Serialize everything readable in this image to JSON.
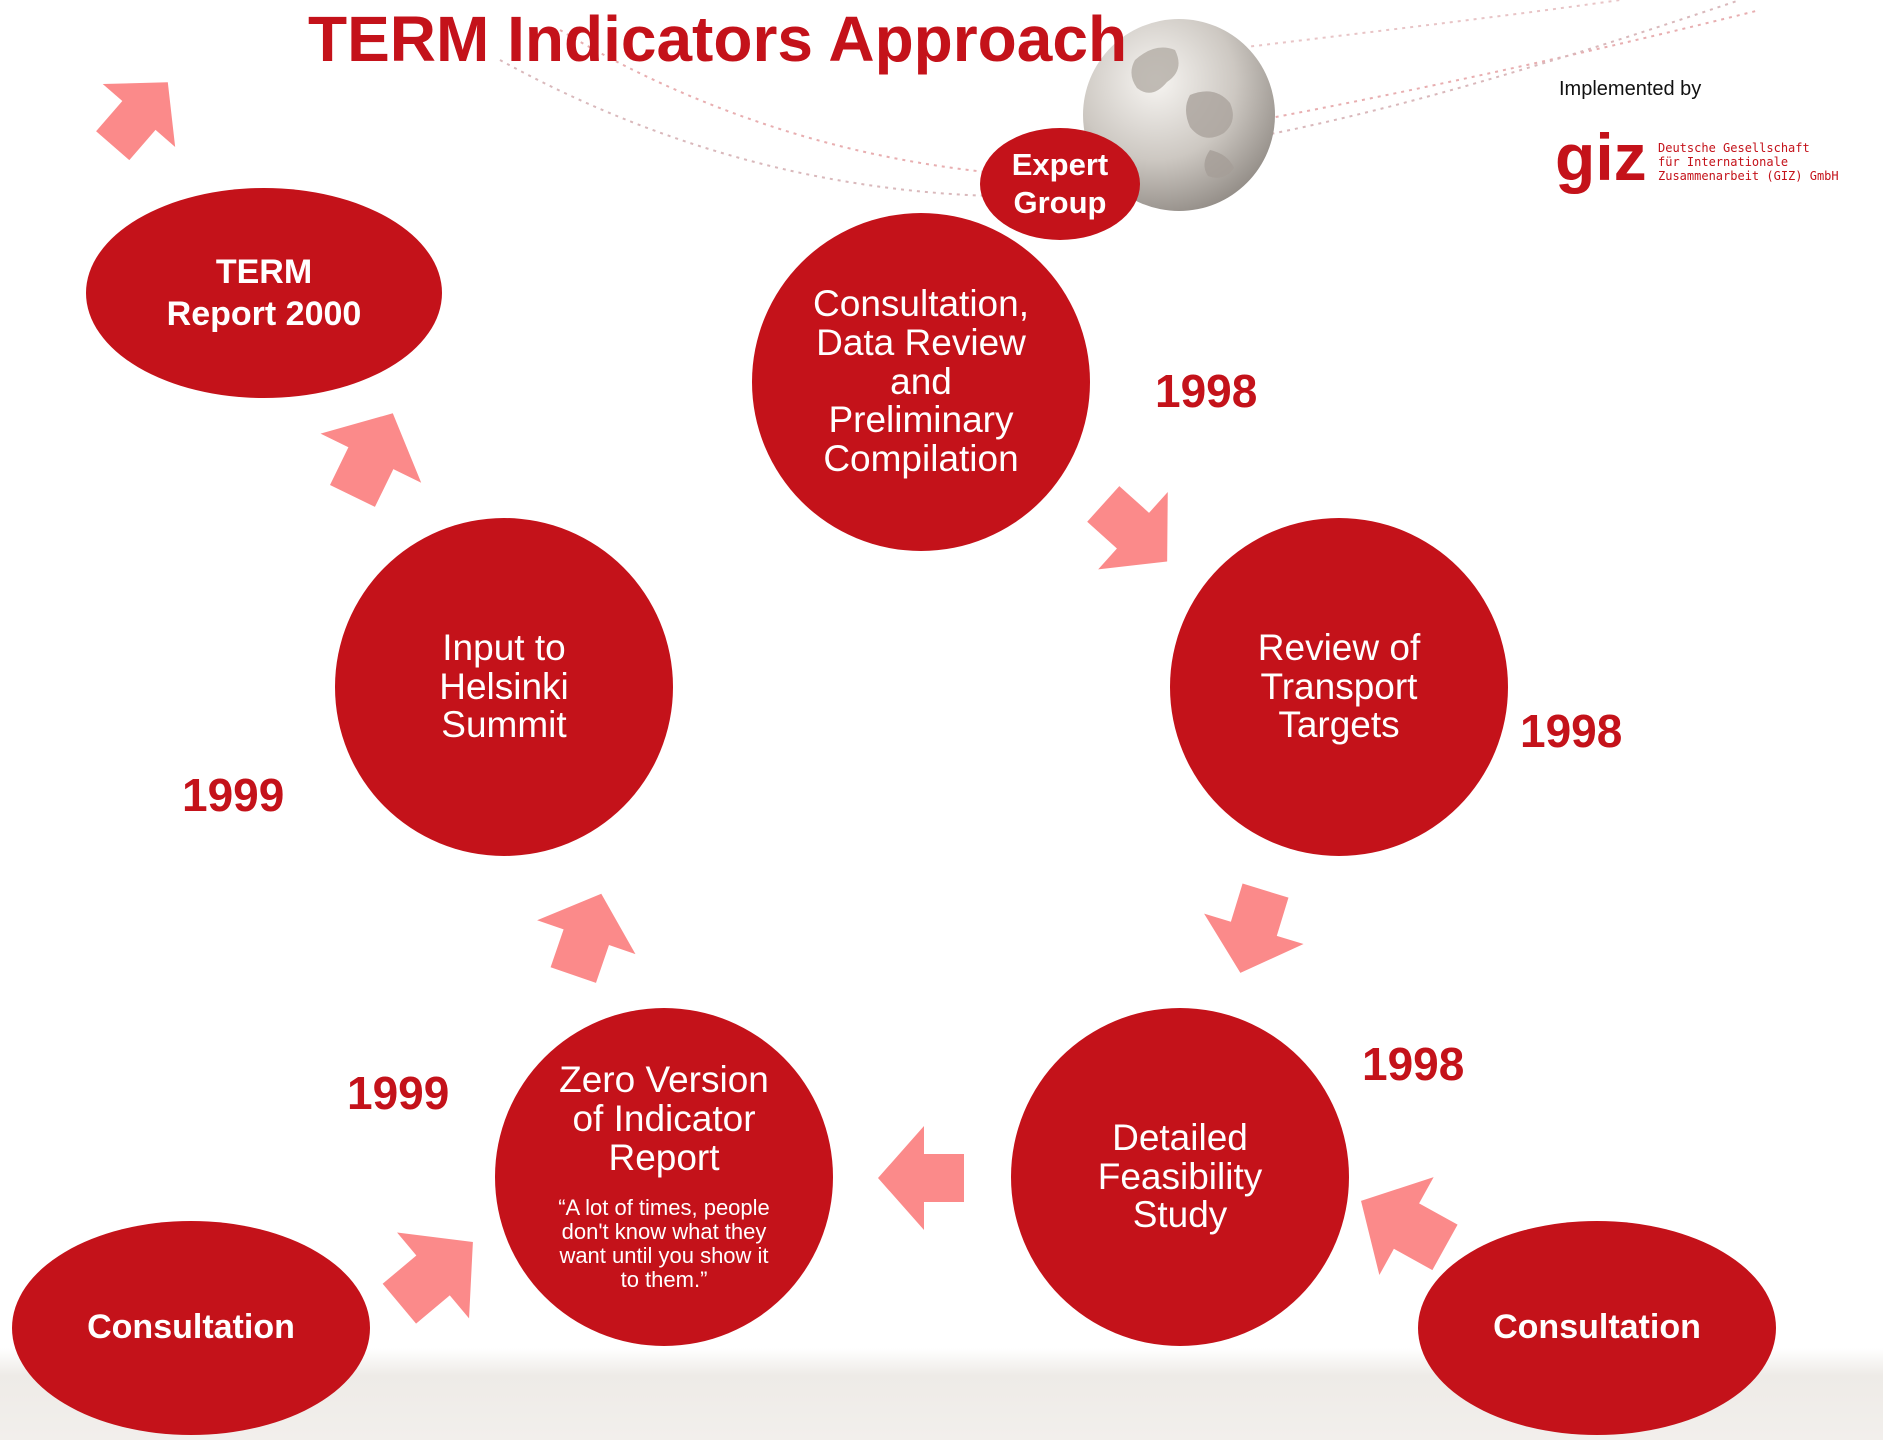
{
  "title": "TERM Indicators Approach",
  "colors": {
    "primary_red": "#c4121a",
    "arrow_pink": "#fb8a8a",
    "background": "#ffffff"
  },
  "logo": {
    "implemented_by": "Implemented by",
    "wordmark": "giz",
    "lines": [
      "Deutsche Gesellschaft",
      "für Internationale",
      "Zusammenarbeit (GIZ) GmbH"
    ]
  },
  "nodes": {
    "expert_group": "Expert\nGroup",
    "consultation_review": "Consultation,\nData Review\nand\nPreliminary\nCompilation",
    "transport_targets": "Review of\nTransport\nTargets",
    "feasibility": "Detailed\nFeasibility\nStudy",
    "zero_version": "Zero Version\nof Indicator\nReport",
    "zero_version_quote": "“A lot of times, people\ndon't know what they\nwant until you show it\nto them.”",
    "helsinki": "Input to\nHelsinki\nSummit",
    "term_report": "TERM\nReport 2000",
    "consultation_left": "Consultation",
    "consultation_right": "Consultation"
  },
  "years": {
    "consultation_review": "1998",
    "transport_targets": "1998",
    "feasibility": "1998",
    "zero_version": "1999",
    "helsinki": "1999"
  },
  "icons": {
    "globe": "globe-icon",
    "arrows": "arrow-icon",
    "logo": "giz-logo"
  }
}
